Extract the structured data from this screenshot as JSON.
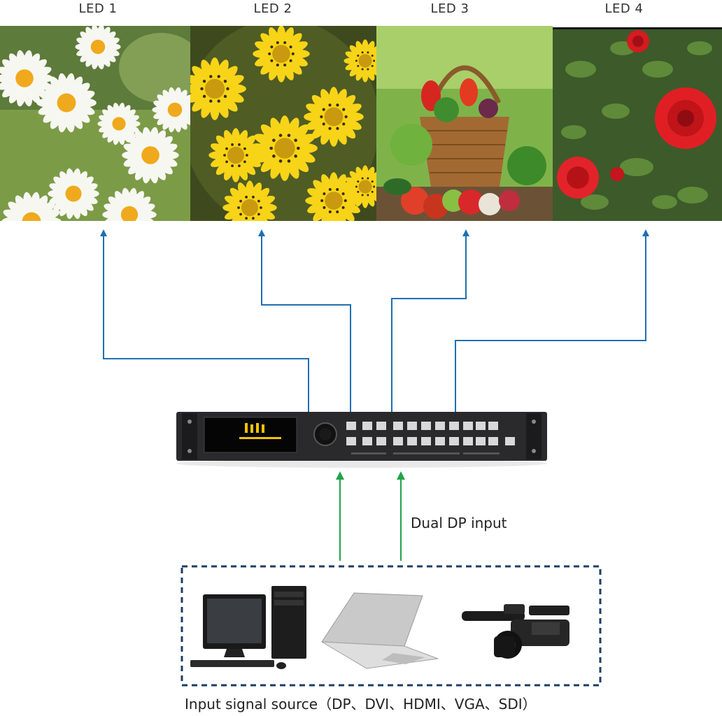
{
  "screens": [
    {
      "label": "LED 1",
      "image": "daisies"
    },
    {
      "label": "LED 2",
      "image": "yellow-flowers"
    },
    {
      "label": "LED 3",
      "image": "vegetable-basket"
    },
    {
      "label": "LED 4",
      "image": "red-roses"
    }
  ],
  "input_caption": "Dual DP input",
  "source_caption": "Input signal source（DP、DVI、HDMI、VGA、SDI）",
  "devices": [
    "desktop-computer",
    "laptop",
    "video-camera"
  ],
  "colors": {
    "output_arrow": "#1f6fb2",
    "input_arrow": "#22a34a",
    "source_border": "#1d3d66",
    "processor_body": "#1b1b1d",
    "display_text": "#f2c400"
  }
}
